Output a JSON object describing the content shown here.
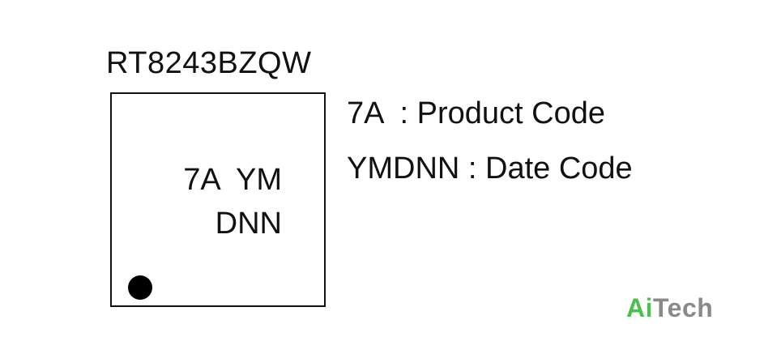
{
  "part_number": "RT8243BZQW",
  "chip_marking": {
    "line1": "7A  YM",
    "line2": "DNN"
  },
  "legend": [
    {
      "code": "7A",
      "separator": "  : ",
      "description": "Product Code"
    },
    {
      "code": "YMDNN",
      "separator": " : ",
      "description": "Date Code"
    }
  ],
  "watermark": {
    "part1": "Ai",
    "part2": "Tech",
    "color_part1": "#4cbf4f",
    "color_part2": "#8a8a8a"
  }
}
